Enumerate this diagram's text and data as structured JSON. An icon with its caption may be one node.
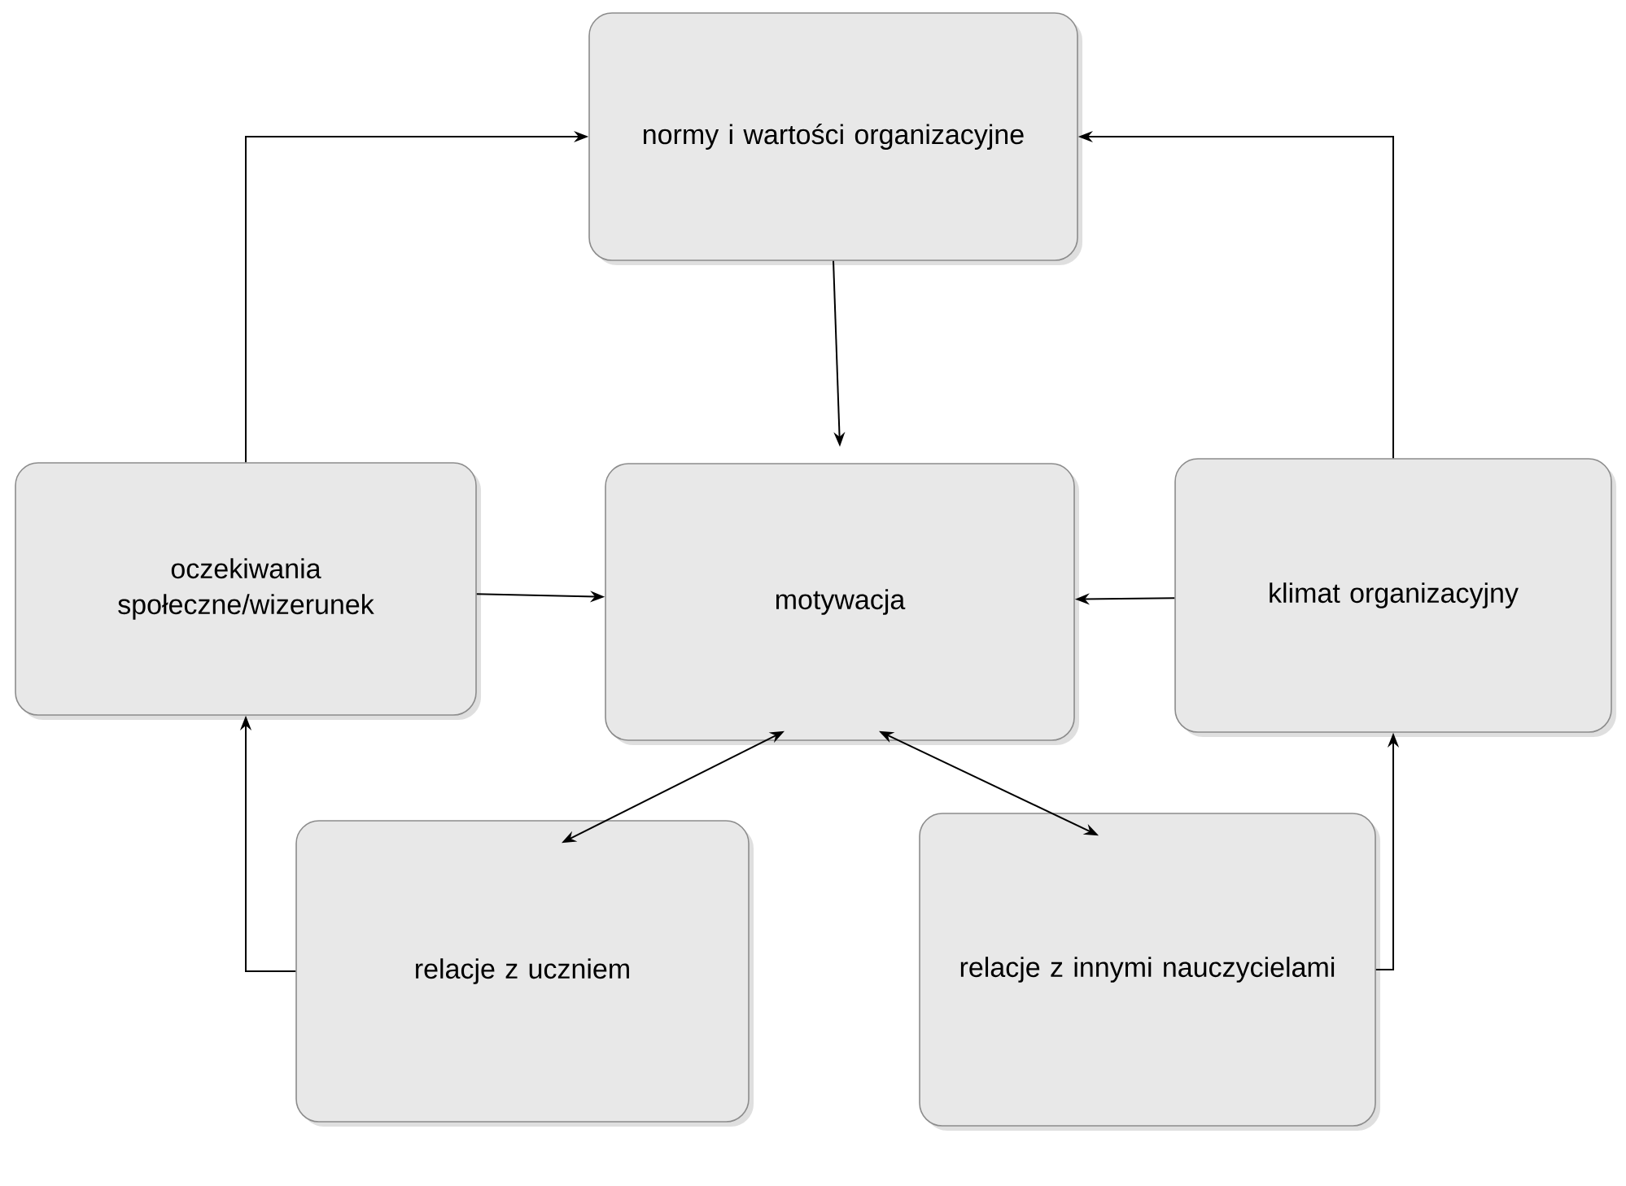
{
  "diagram": {
    "nodes": [
      {
        "text": [
          "normy i wartości organizacyjne"
        ]
      },
      {
        "text": [
          "oczekiwania społeczne/wizerunek"
        ]
      },
      {
        "text": [
          "motywacja"
        ]
      },
      {
        "text": [
          "klimat organizacyjny"
        ]
      },
      {
        "text": [
          "relacje z uczniem"
        ]
      },
      {
        "text": [
          "relacje z innymi nauczycielami"
        ]
      }
    ],
    "edges": [
      {
        "from": 1,
        "to": 0,
        "arrow": "to"
      },
      {
        "from": 3,
        "to": 0,
        "arrow": "to"
      },
      {
        "from": 0,
        "to": 2,
        "arrow": "to"
      },
      {
        "from": 1,
        "to": 2,
        "arrow": "to"
      },
      {
        "from": 3,
        "to": 2,
        "arrow": "to"
      },
      {
        "from": 2,
        "to": 4,
        "arrow": "both"
      },
      {
        "from": 2,
        "to": 5,
        "arrow": "both"
      },
      {
        "from": 4,
        "to": 1,
        "arrow": "to"
      },
      {
        "from": 5,
        "to": 3,
        "arrow": "to"
      }
    ]
  }
}
